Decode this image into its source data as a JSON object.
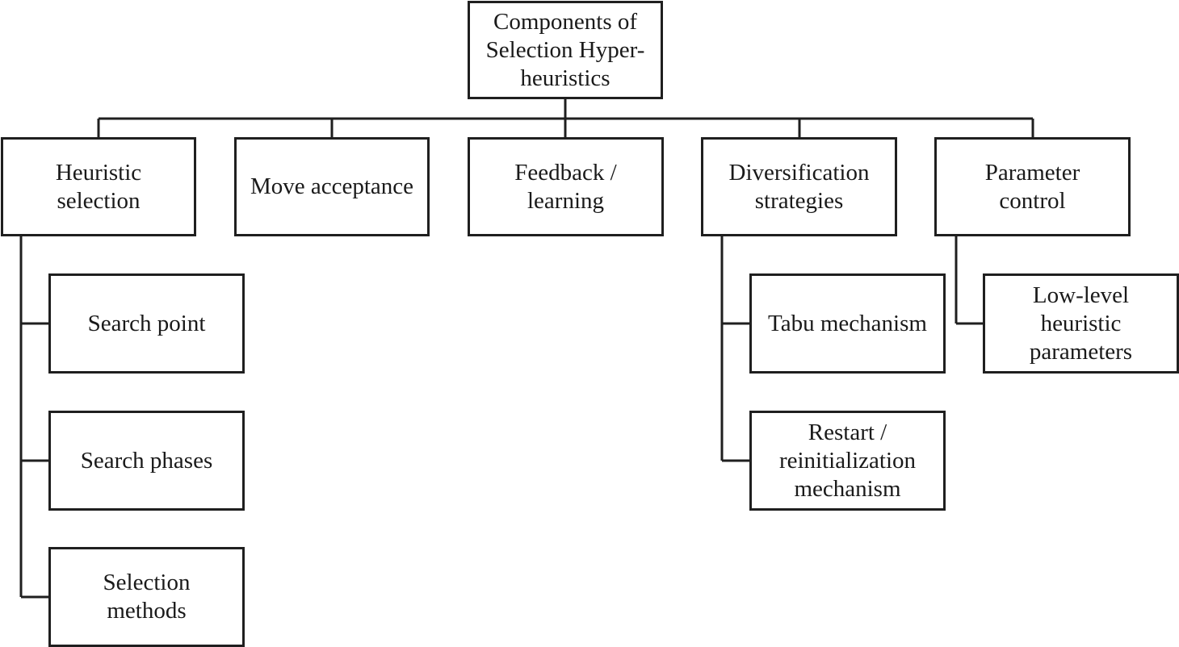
{
  "root": {
    "label": "Components of\nSelection Hyper-\nheuristics"
  },
  "categories": {
    "heuristic_selection": {
      "label": "Heuristic\nselection",
      "children": [
        "Search point",
        "Search phases",
        "Selection\nmethods"
      ]
    },
    "move_acceptance": {
      "label": "Move acceptance",
      "children": []
    },
    "feedback_learning": {
      "label": "Feedback /\nlearning",
      "children": []
    },
    "diversification_strategies": {
      "label": "Diversification\nstrategies",
      "children": [
        "Tabu mechanism",
        "Restart /\nreinitialization\nmechanism"
      ]
    },
    "parameter_control": {
      "label": "Parameter\ncontrol",
      "children": [
        "Low-level\nheuristic\nparameters"
      ]
    }
  }
}
